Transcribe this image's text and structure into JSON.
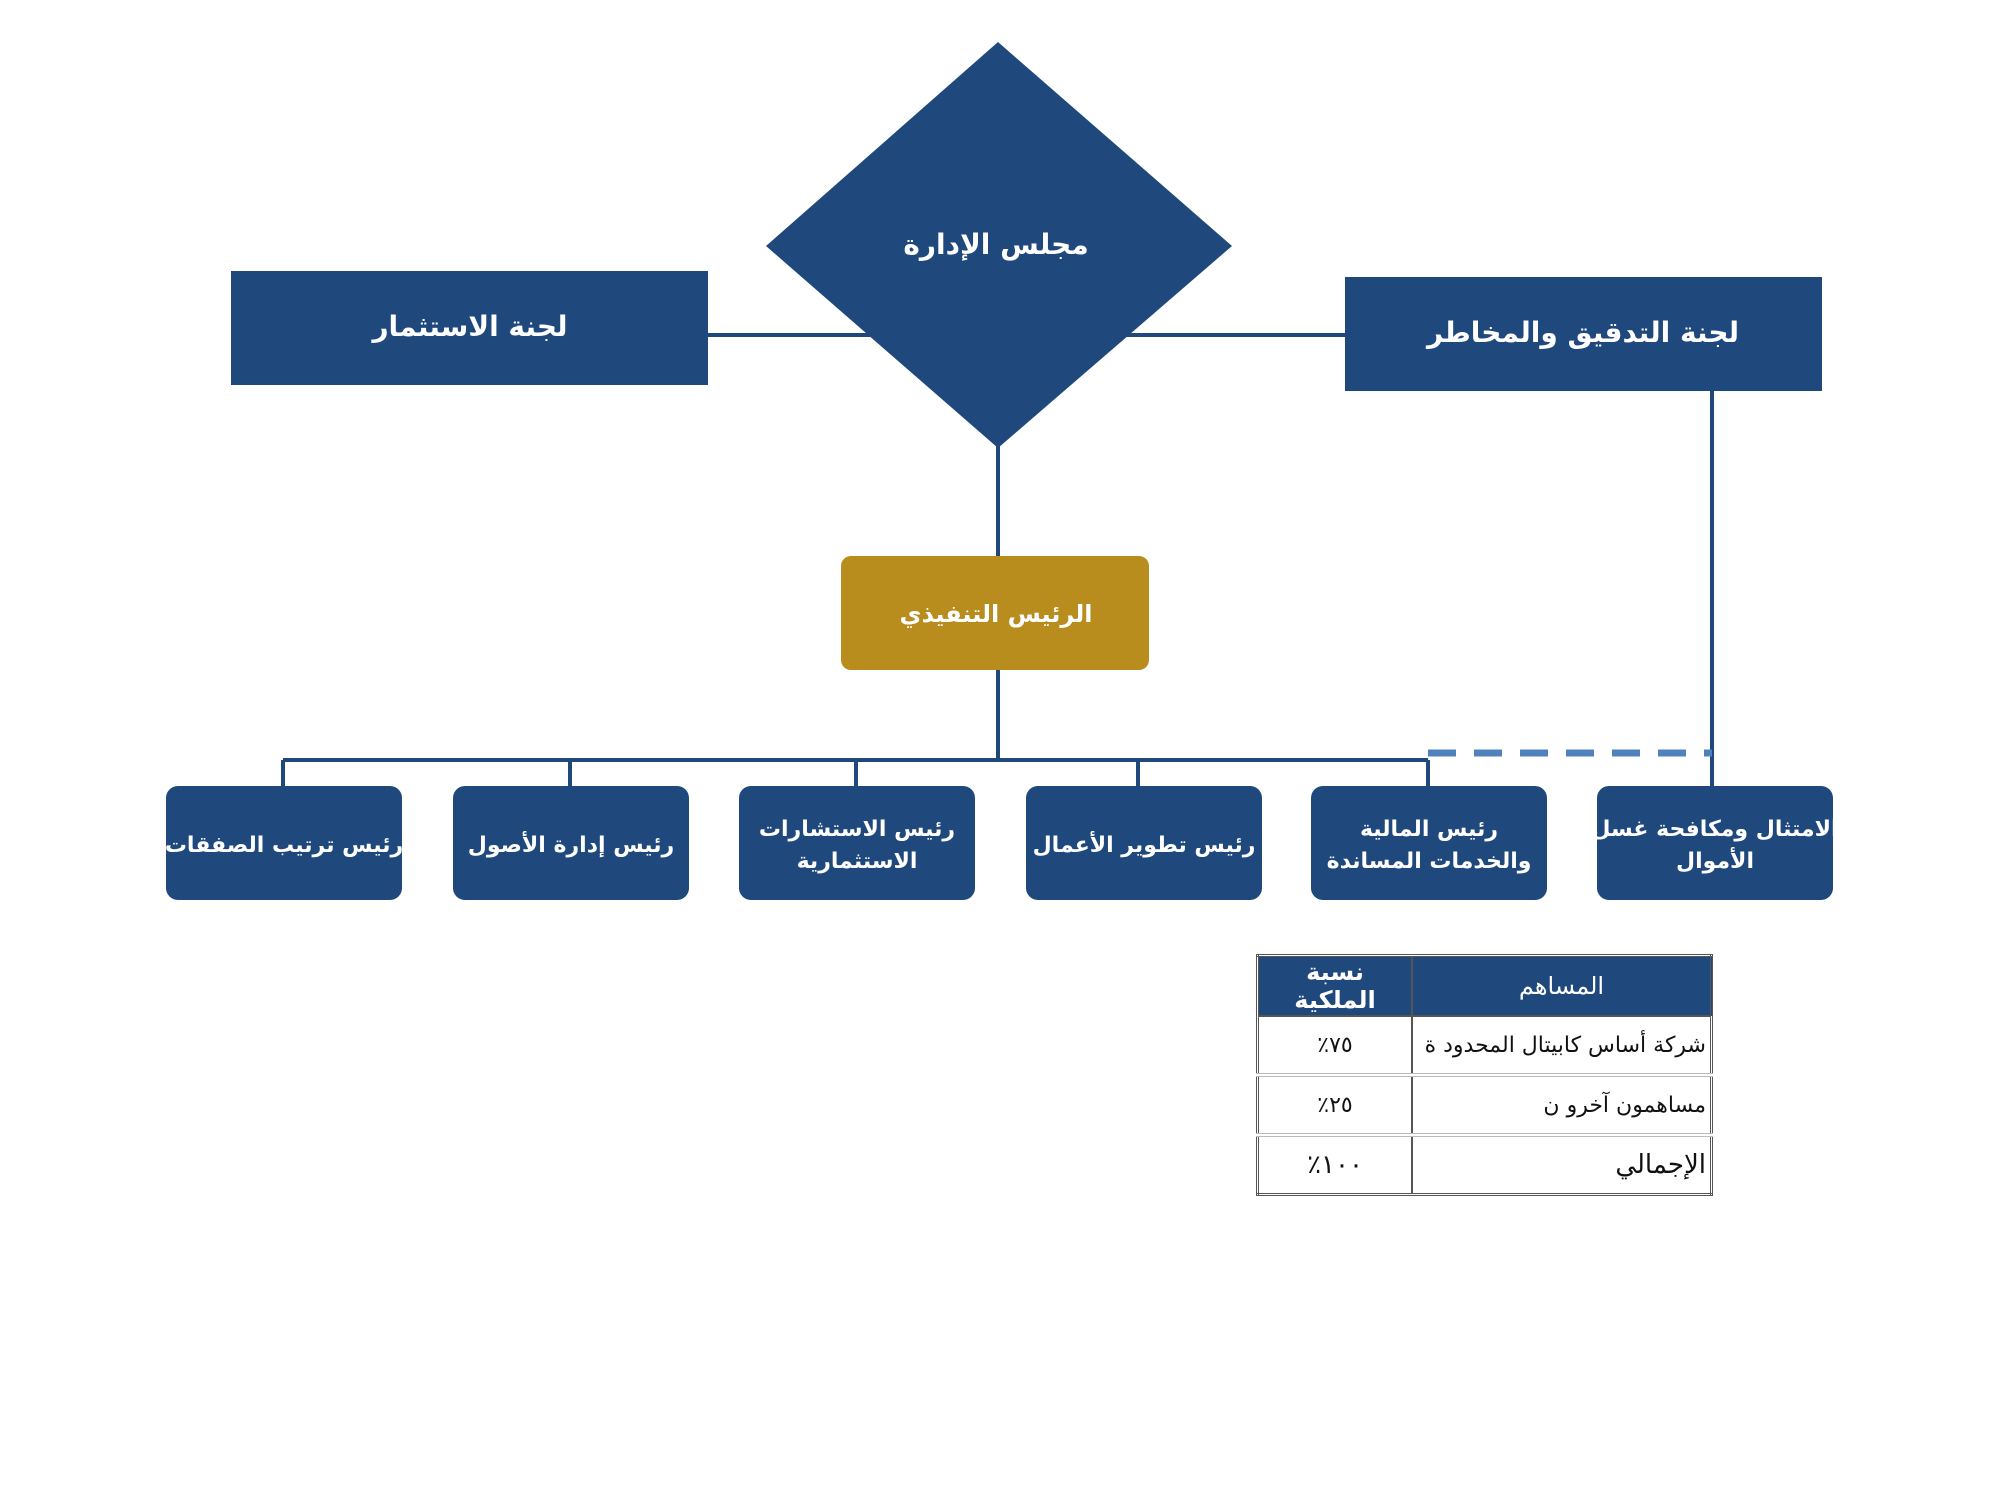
{
  "colors": {
    "navy": "#1f497d",
    "gold": "#b88d1e",
    "dash": "#4f81bd",
    "line": "#1f497d"
  },
  "board": {
    "label": "مجلس الإدارة"
  },
  "investment_committee": {
    "label": "لجنة الاستثمار"
  },
  "audit_committee": {
    "label": "لجنة التدقيق والمخاطر"
  },
  "ceo": {
    "label": "الرئيس التنفيذي"
  },
  "departments": [
    {
      "lines": [
        "رئيس ترتيب الصفقات"
      ]
    },
    {
      "lines": [
        "رئيس إدارة الأصول"
      ]
    },
    {
      "lines": [
        "رئيس الاستشارات",
        "الاستثمارية"
      ]
    },
    {
      "lines": [
        "رئيس تطوير الأعمال"
      ]
    },
    {
      "lines": [
        "رئيس المالية",
        "والخدمات المساندة"
      ]
    },
    {
      "lines": [
        "الامتثال ومكافحة غسل",
        "الأموال"
      ]
    }
  ],
  "shareholders": {
    "header_holder": "المساهم",
    "header_share": "نسبة الملكية",
    "rows": [
      {
        "name": "شركة أساس كابيتال المحدود ة",
        "share": "٧٥٪"
      },
      {
        "name": "مساهمون آخرو ن",
        "share": "٢٥٪"
      },
      {
        "name": "الإجمالي",
        "share": "١٠٠٪"
      }
    ]
  }
}
